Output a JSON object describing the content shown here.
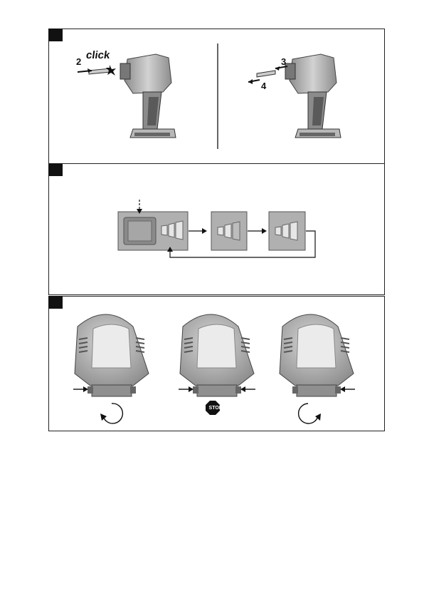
{
  "panel1": {
    "step_2": "2",
    "click_text": "click",
    "step_3": "3",
    "step_4": "4"
  },
  "panel3": {
    "stop_text": "STOP"
  },
  "colors": {
    "tool_body": "#b5b5b5",
    "tool_dark": "#555555",
    "mode_panel": "#b0b0b0",
    "mode_panel_dark": "#8a8a8a"
  }
}
